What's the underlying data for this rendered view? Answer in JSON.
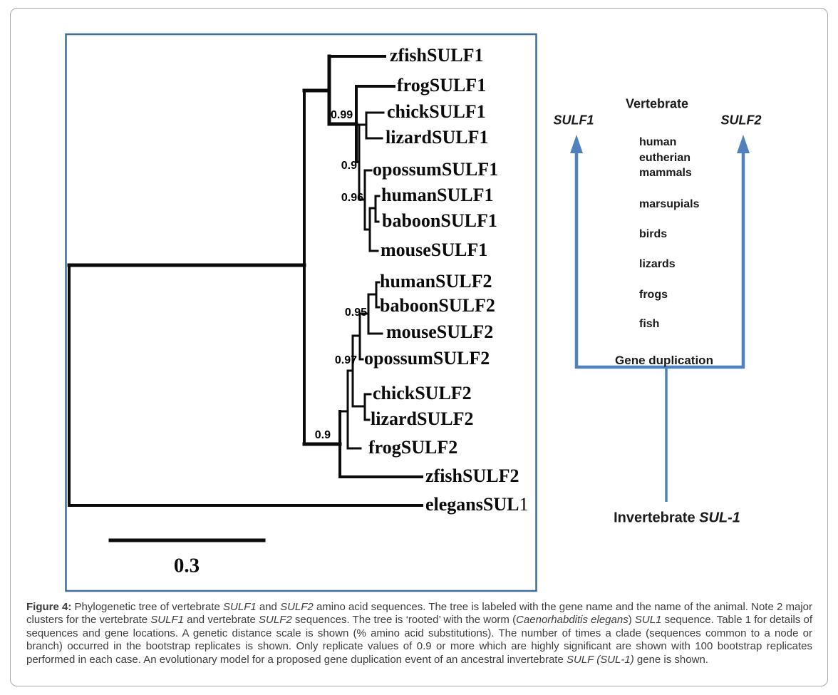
{
  "figure": {
    "tree": {
      "tips": [
        {
          "label": "zfishSULF1"
        },
        {
          "label": "frogSULF1"
        },
        {
          "label": "chickSULF1"
        },
        {
          "label": "lizardSULF1"
        },
        {
          "label": "opossumSULF1"
        },
        {
          "label": "humanSULF1"
        },
        {
          "label": "baboonSULF1"
        },
        {
          "label": "mouseSULF1"
        },
        {
          "label": "humanSULF2"
        },
        {
          "label": "baboonSULF2"
        },
        {
          "label": "mouseSULF2"
        },
        {
          "label": "opossumSULF2"
        },
        {
          "label": "chickSULF2"
        },
        {
          "label": "lizardSULF2"
        },
        {
          "label": "frogSULF2"
        },
        {
          "label": "zfishSULF2"
        },
        {
          "label": "elegansSUL",
          "suffix": "1"
        }
      ],
      "bootstrap": [
        {
          "value": "0.99"
        },
        {
          "value": "0.9"
        },
        {
          "value": "0.96"
        },
        {
          "value": "0.95"
        },
        {
          "value": "0.97"
        },
        {
          "value": "0.9"
        }
      ],
      "scale_label": "0.3"
    },
    "model": {
      "title": "Vertebrate",
      "gene_left": "SULF1",
      "gene_right": "SULF2",
      "groups": [
        "human",
        "eutherian",
        "mammals",
        "marsupials",
        "birds",
        "lizards",
        "frogs",
        "fish"
      ],
      "event_label": "Gene duplication",
      "root_label_prefix": "Invertebrate ",
      "root_label_gene": "SUL-1"
    },
    "caption": {
      "segments": [
        {
          "t": "Figure 4:",
          "s": "b"
        },
        {
          "t": " Phylogenetic tree of vertebrate "
        },
        {
          "t": "SULF1",
          "s": "i"
        },
        {
          "t": " and "
        },
        {
          "t": "SULF2",
          "s": "i"
        },
        {
          "t": " amino acid sequences. The tree is labeled with the gene name and the name of the animal. Note 2 major clusters for the vertebrate "
        },
        {
          "t": "SULF1",
          "s": "i"
        },
        {
          "t": " and vertebrate "
        },
        {
          "t": "SULF2",
          "s": "i"
        },
        {
          "t": " sequences. The tree is ‘rooted’ with the worm ("
        },
        {
          "t": "Caenorhabditis elegans",
          "s": "i"
        },
        {
          "t": ") "
        },
        {
          "t": "SUL1",
          "s": "i"
        },
        {
          "t": " sequence. Table 1 for details of sequences and gene locations. A genetic distance scale is shown (% amino acid substitutions). The number of times a clade (sequences common to a node or branch) occurred in the bootstrap replicates is shown. Only replicate values of 0.9 or more which are highly significant are shown with 100 bootstrap replicates performed in each case. An evolutionary model for a proposed gene duplication event of an ancestral invertebrate "
        },
        {
          "t": "SULF (SUL-1)",
          "s": "i"
        },
        {
          "t": " gene is shown."
        }
      ]
    },
    "colors": {
      "accent_blue": "#4f81bd",
      "box_border": "#3f6d99",
      "outer_border": "#a9a9a9",
      "tree_black": "#0b0b0b"
    }
  }
}
